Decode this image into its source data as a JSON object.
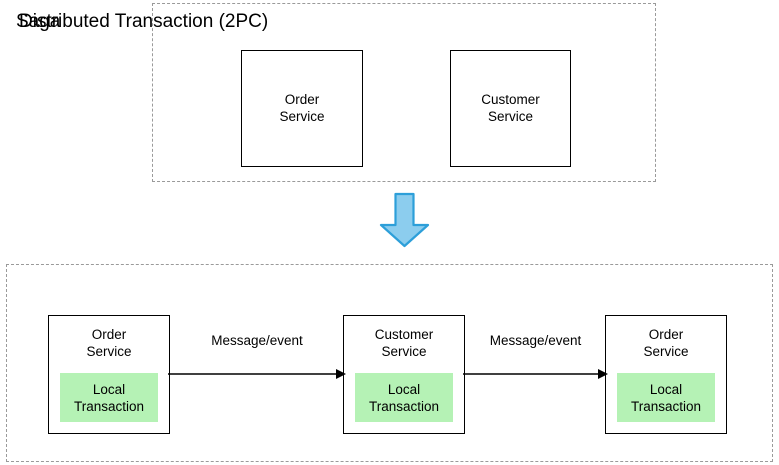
{
  "diagram": {
    "title": "Distributed Transaction (2PC) vs Saga",
    "colors": {
      "group_border": "#9a9a9a",
      "box_border": "#000000",
      "local_transaction_fill": "#b5f2b5",
      "arrow_fill": "#8ccdee",
      "arrow_stroke": "#2d9fd9",
      "background": "#ffffff",
      "text": "#000000"
    }
  },
  "groups": [
    {
      "id": "2pc",
      "title": "Distributed Transaction (2PC)",
      "boxes": [
        {
          "id": "2pc-order",
          "label": "Order\nService"
        },
        {
          "id": "2pc-customer",
          "label": "Customer\nService"
        }
      ]
    },
    {
      "id": "saga",
      "title": "Saga",
      "boxes": [
        {
          "id": "saga-1",
          "label": "Order\nService",
          "inner_label": "Local\nTransaction"
        },
        {
          "id": "saga-2",
          "label": "Customer\nService",
          "inner_label": "Local\nTransaction"
        },
        {
          "id": "saga-3",
          "label": "Order\nService",
          "inner_label": "Local\nTransaction"
        }
      ],
      "arrows": [
        {
          "id": "msg-1",
          "label": "Message/event",
          "from": "saga-1",
          "to": "saga-2"
        },
        {
          "id": "msg-2",
          "label": "Message/event",
          "from": "saga-2",
          "to": "saga-3"
        }
      ]
    }
  ],
  "transition_arrow": {
    "name": "down-arrow",
    "direction": "down",
    "label": ""
  }
}
